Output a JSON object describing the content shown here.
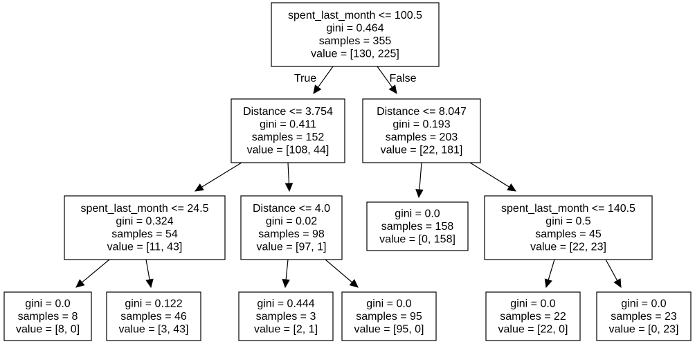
{
  "tree": {
    "nodes": [
      {
        "id": "n0",
        "lines": [
          "spent_last_month <= 100.5",
          "gini = 0.464",
          "samples = 355",
          "value = [130, 225]"
        ]
      },
      {
        "id": "n1",
        "lines": [
          "Distance <= 3.754",
          "gini = 0.411",
          "samples = 152",
          "value = [108, 44]"
        ]
      },
      {
        "id": "n2",
        "lines": [
          "Distance <= 8.047",
          "gini = 0.193",
          "samples = 203",
          "value = [22, 181]"
        ]
      },
      {
        "id": "n3",
        "lines": [
          "spent_last_month <= 24.5",
          "gini = 0.324",
          "samples = 54",
          "value = [11, 43]"
        ]
      },
      {
        "id": "n4",
        "lines": [
          "Distance <= 4.0",
          "gini = 0.02",
          "samples = 98",
          "value = [97, 1]"
        ]
      },
      {
        "id": "n5",
        "lines": [
          "gini = 0.0",
          "samples = 158",
          "value = [0, 158]"
        ]
      },
      {
        "id": "n6",
        "lines": [
          "spent_last_month <= 140.5",
          "gini = 0.5",
          "samples = 45",
          "value = [22, 23]"
        ]
      },
      {
        "id": "n7",
        "lines": [
          "gini = 0.0",
          "samples = 8",
          "value = [8, 0]"
        ]
      },
      {
        "id": "n8",
        "lines": [
          "gini = 0.122",
          "samples = 46",
          "value = [3, 43]"
        ]
      },
      {
        "id": "n9",
        "lines": [
          "gini = 0.444",
          "samples = 3",
          "value = [2, 1]"
        ]
      },
      {
        "id": "n10",
        "lines": [
          "gini = 0.0",
          "samples = 95",
          "value = [95, 0]"
        ]
      },
      {
        "id": "n11",
        "lines": [
          "gini = 0.0",
          "samples = 22",
          "value = [22, 0]"
        ]
      },
      {
        "id": "n12",
        "lines": [
          "gini = 0.0",
          "samples = 23",
          "value = [0, 23]"
        ]
      }
    ],
    "edges": [
      {
        "from": "n0",
        "to": "n1",
        "label": "True"
      },
      {
        "from": "n0",
        "to": "n2",
        "label": "False"
      },
      {
        "from": "n1",
        "to": "n3",
        "label": ""
      },
      {
        "from": "n1",
        "to": "n4",
        "label": ""
      },
      {
        "from": "n2",
        "to": "n5",
        "label": ""
      },
      {
        "from": "n2",
        "to": "n6",
        "label": ""
      },
      {
        "from": "n3",
        "to": "n7",
        "label": ""
      },
      {
        "from": "n3",
        "to": "n8",
        "label": ""
      },
      {
        "from": "n4",
        "to": "n9",
        "label": ""
      },
      {
        "from": "n4",
        "to": "n10",
        "label": ""
      },
      {
        "from": "n6",
        "to": "n11",
        "label": ""
      },
      {
        "from": "n6",
        "to": "n12",
        "label": ""
      }
    ]
  }
}
